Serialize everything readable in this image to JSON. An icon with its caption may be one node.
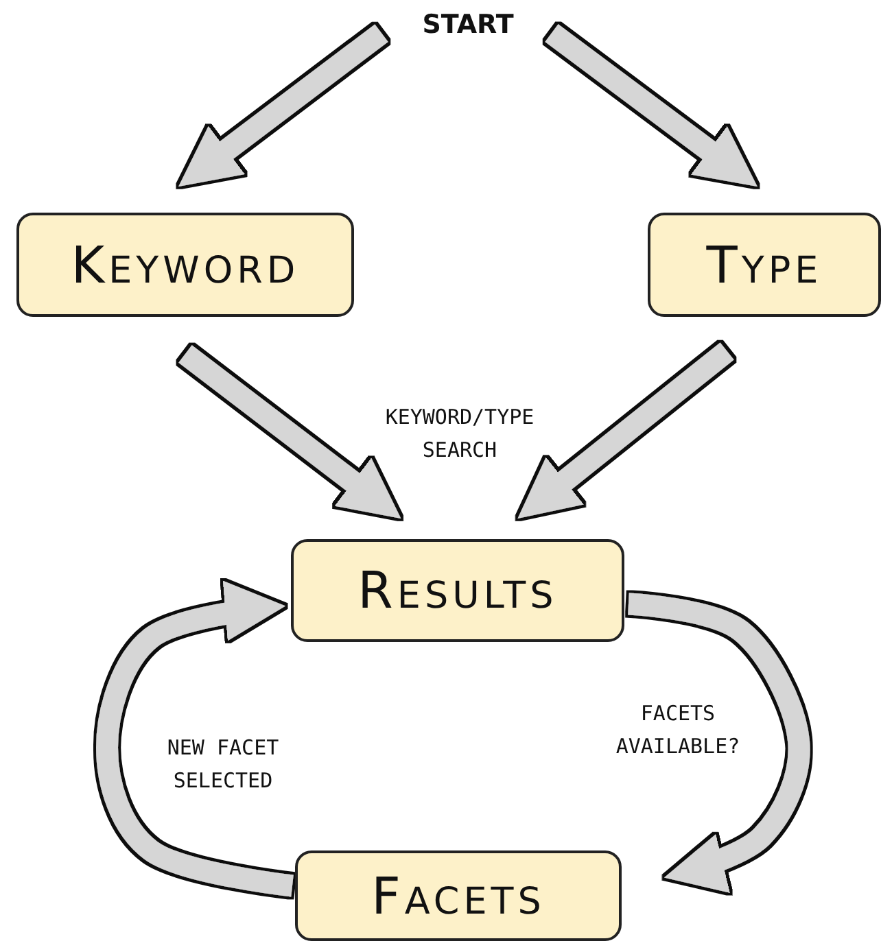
{
  "diagram": {
    "nodes": [
      {
        "text": [
          "START"
        ]
      },
      {
        "text": [
          "KEYWORD"
        ]
      },
      {
        "text": [
          "TYPE"
        ]
      },
      {
        "text": [
          "RESULTS"
        ]
      },
      {
        "text": [
          "FACETS"
        ]
      }
    ],
    "edges": [
      {
        "from": 0,
        "to": 1,
        "arrow": "to"
      },
      {
        "from": 0,
        "to": 2,
        "arrow": "to"
      },
      {
        "from": 1,
        "to": 3,
        "arrow": "to"
      },
      {
        "from": 2,
        "to": 3,
        "arrow": "to"
      },
      {
        "from": 3,
        "to": 4,
        "arrow": "to",
        "label": "FACETS AVAILABLE?"
      },
      {
        "from": 4,
        "to": 3,
        "arrow": "to",
        "label": "NEW FACET SELECTED"
      }
    ],
    "labels": [
      "KEYWORD/TYPE SEARCH"
    ]
  }
}
